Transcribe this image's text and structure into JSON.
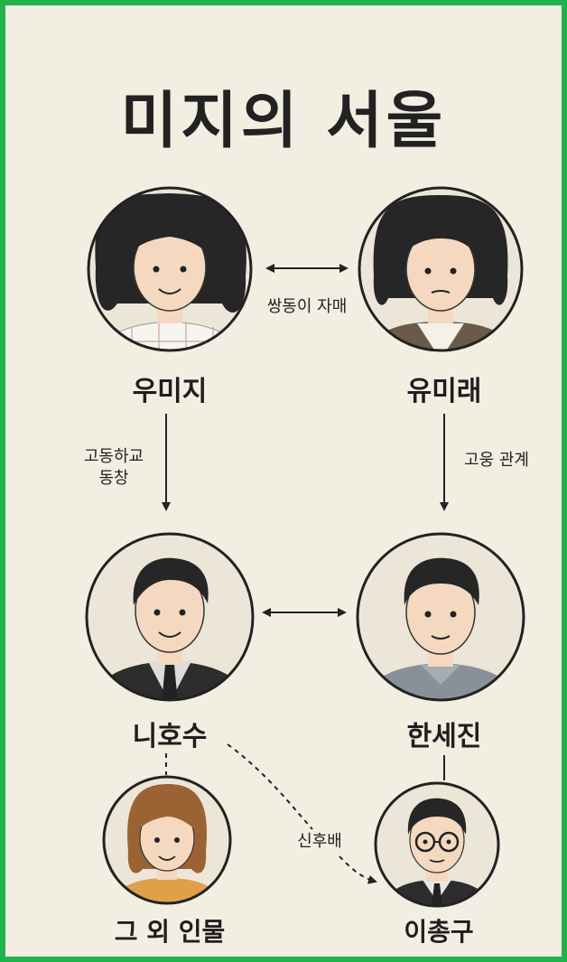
{
  "title": "미지의 서울",
  "people": {
    "umiji": "우미지",
    "yumirae": "유미래",
    "nihosu": "니호수",
    "hansejin": "한세진",
    "others": "그 외 인물",
    "leechonggu": "이총구"
  },
  "relations": {
    "twins": "쌍동이 자매",
    "classmates_line1": "고동하교",
    "classmates_line2": "동창",
    "employment": "고웅 관계",
    "seniors": "신후배"
  },
  "colors": {
    "frame": "#1fb34a",
    "background": "#f3eee2",
    "ink": "#222222"
  }
}
